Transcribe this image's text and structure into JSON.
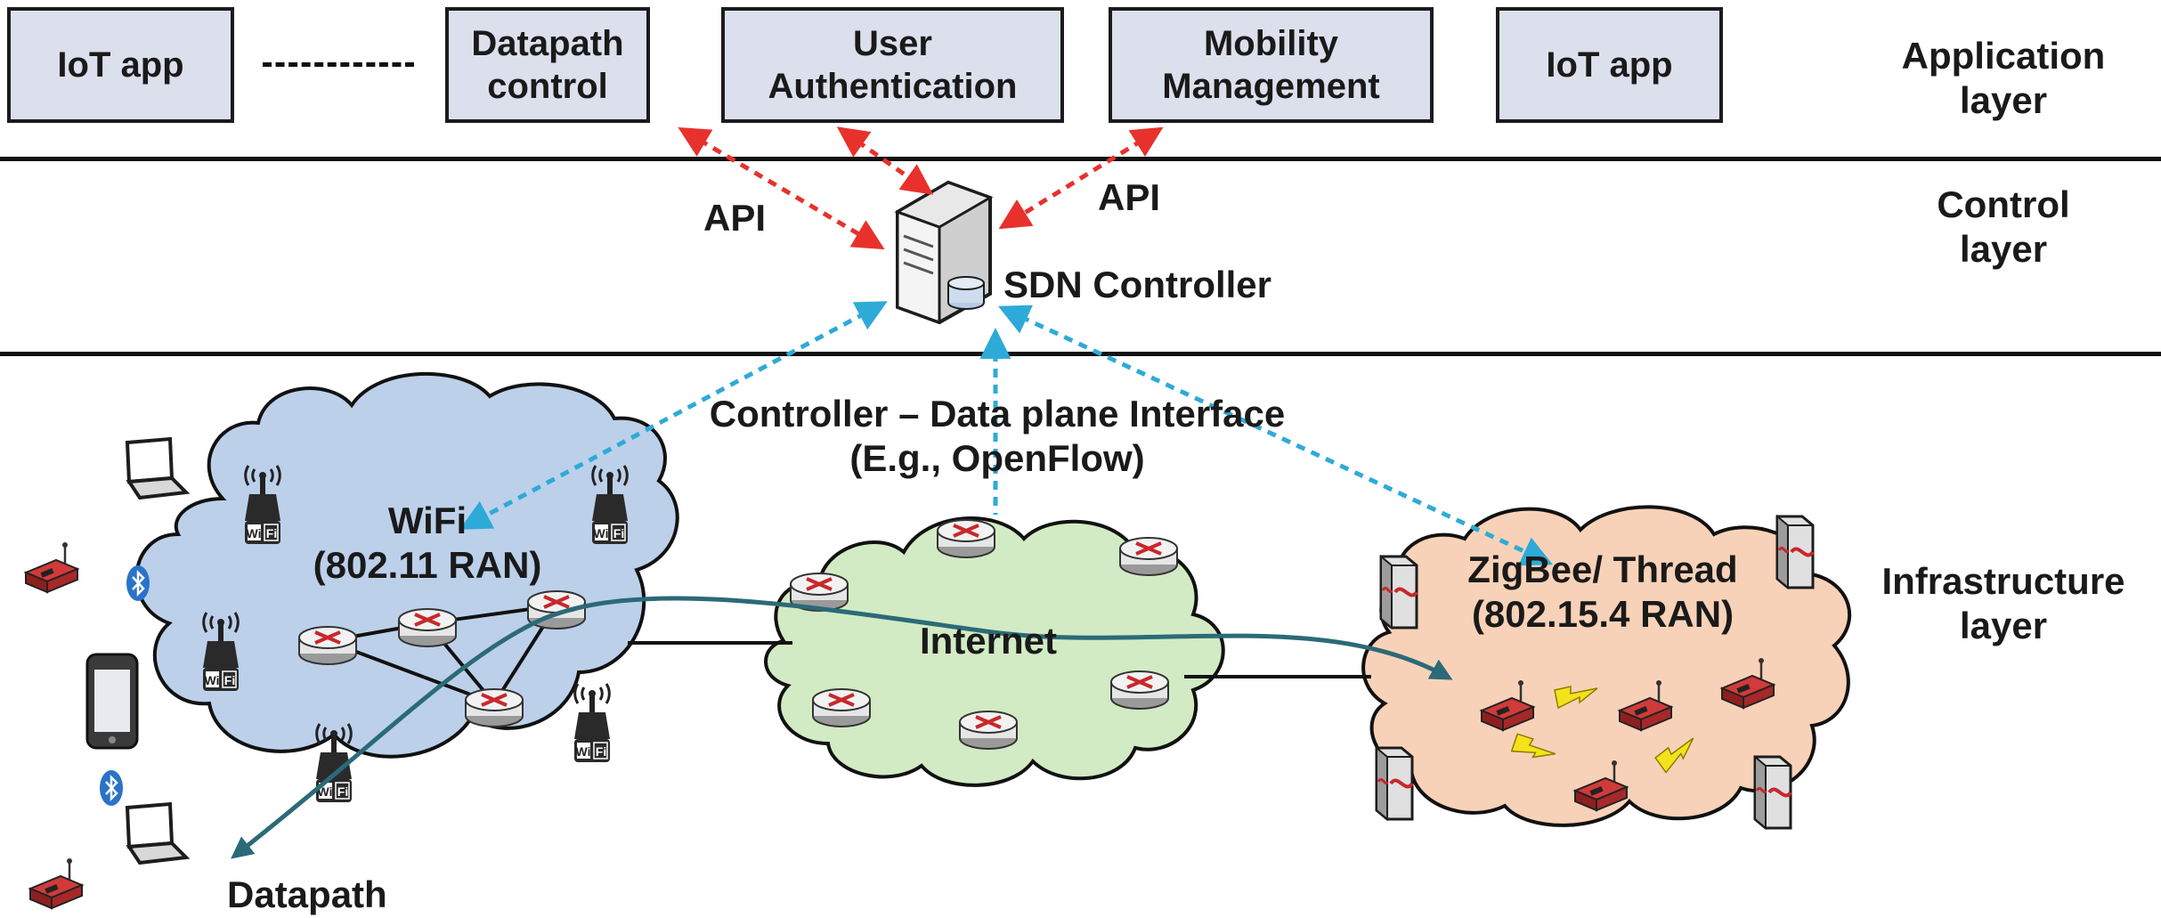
{
  "apps": {
    "iot_app_1": "IoT app",
    "ellipsis": "-----------",
    "datapath_control": [
      "Datapath",
      "control"
    ],
    "user_auth": [
      "User",
      "Authentication"
    ],
    "mobility": [
      "Mobility",
      "Management"
    ],
    "iot_app_2": "IoT app"
  },
  "layers": {
    "application": [
      "Application",
      "layer"
    ],
    "control": [
      "Control",
      "layer"
    ],
    "infrastructure": [
      "Infrastructure",
      "layer"
    ]
  },
  "control": {
    "api_left": "API",
    "api_right": "API",
    "controller": "SDN Controller"
  },
  "interface": {
    "line1": "Controller – Data plane Interface",
    "line2": "(E.g., OpenFlow)"
  },
  "networks": {
    "wifi": [
      "WiFi",
      "(802.11 RAN)"
    ],
    "internet": "Internet",
    "zigbee": [
      "ZigBee/ Thread",
      "(802.15.4 RAN)"
    ],
    "datapath": "Datapath"
  },
  "colors": {
    "app_box": "#dce0ec",
    "wifi_cloud": "#bcd0ea",
    "internet_cloud": "#d2ebc4",
    "zigbee_cloud": "#f8d2b8",
    "api_arrow": "#e8312c",
    "interface_arrow": "#2eaad8",
    "datapath_arrow": "#2b6a78",
    "router_mark": "#c8282c"
  }
}
